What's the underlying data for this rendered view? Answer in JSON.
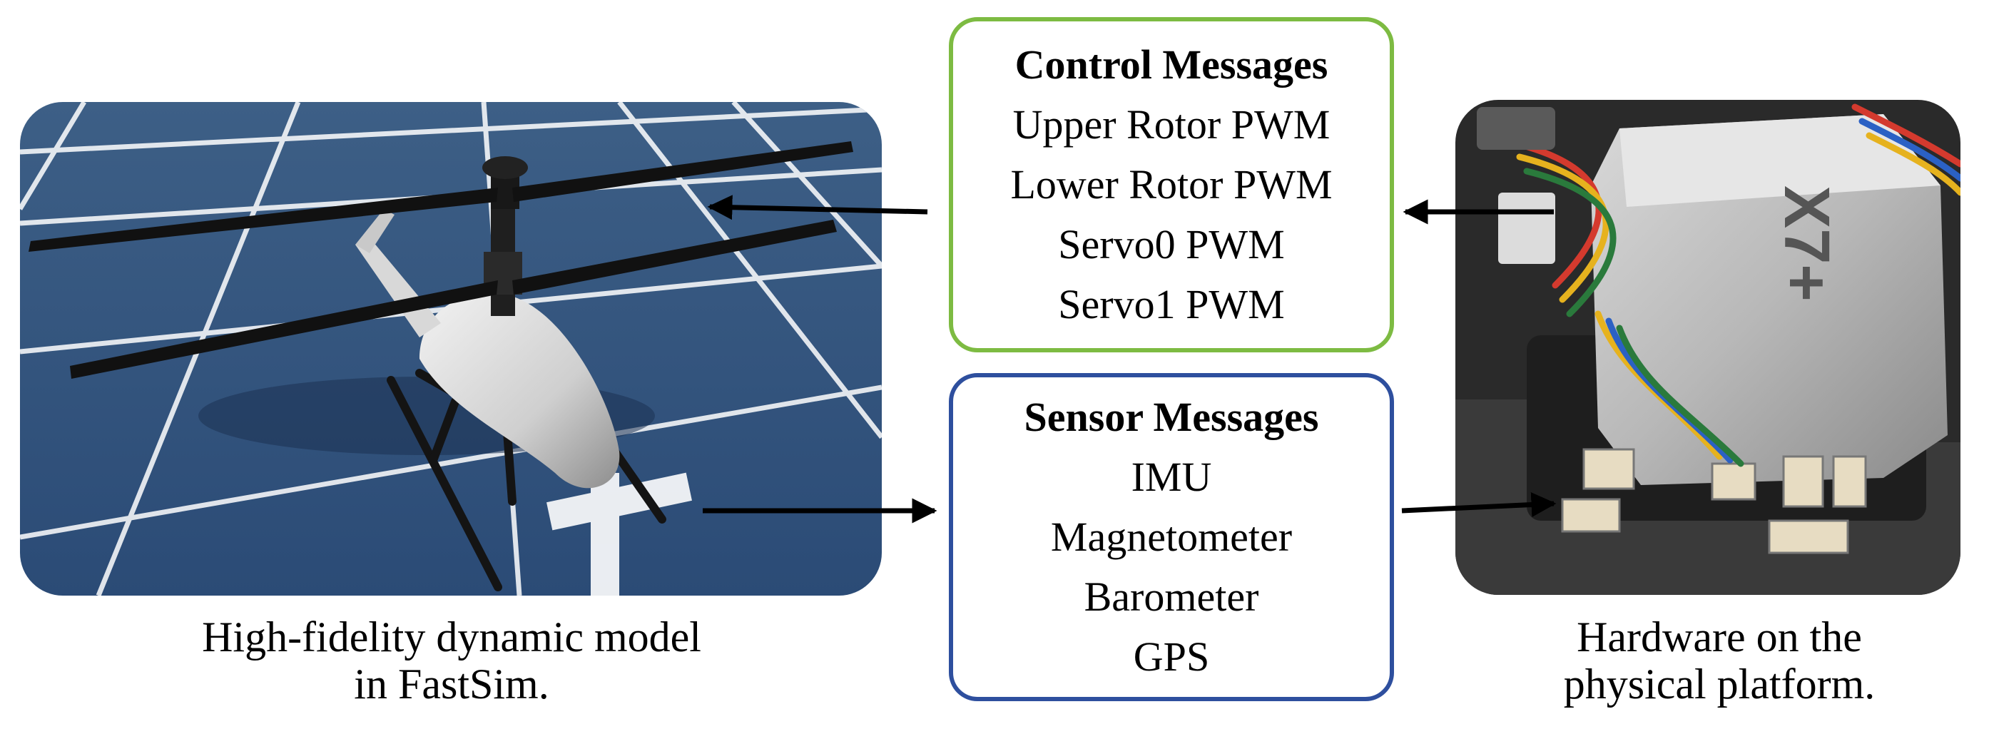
{
  "control_messages": {
    "title": "Control Messages",
    "items": [
      "Upper Rotor PWM",
      "Lower Rotor PWM",
      "Servo0 PWM",
      "Servo1 PWM"
    ],
    "border_color": "#7dbb42"
  },
  "sensor_messages": {
    "title": "Sensor Messages",
    "items": [
      "IMU",
      "Magnetometer",
      "Barometer",
      "GPS"
    ],
    "border_color": "#2e4f9e"
  },
  "captions": {
    "left_line1": "High-fidelity dynamic model",
    "left_line2": "in FastSim.",
    "right_line1": "Hardware on the",
    "right_line2": "physical platform."
  },
  "hardware_label": "X7+"
}
